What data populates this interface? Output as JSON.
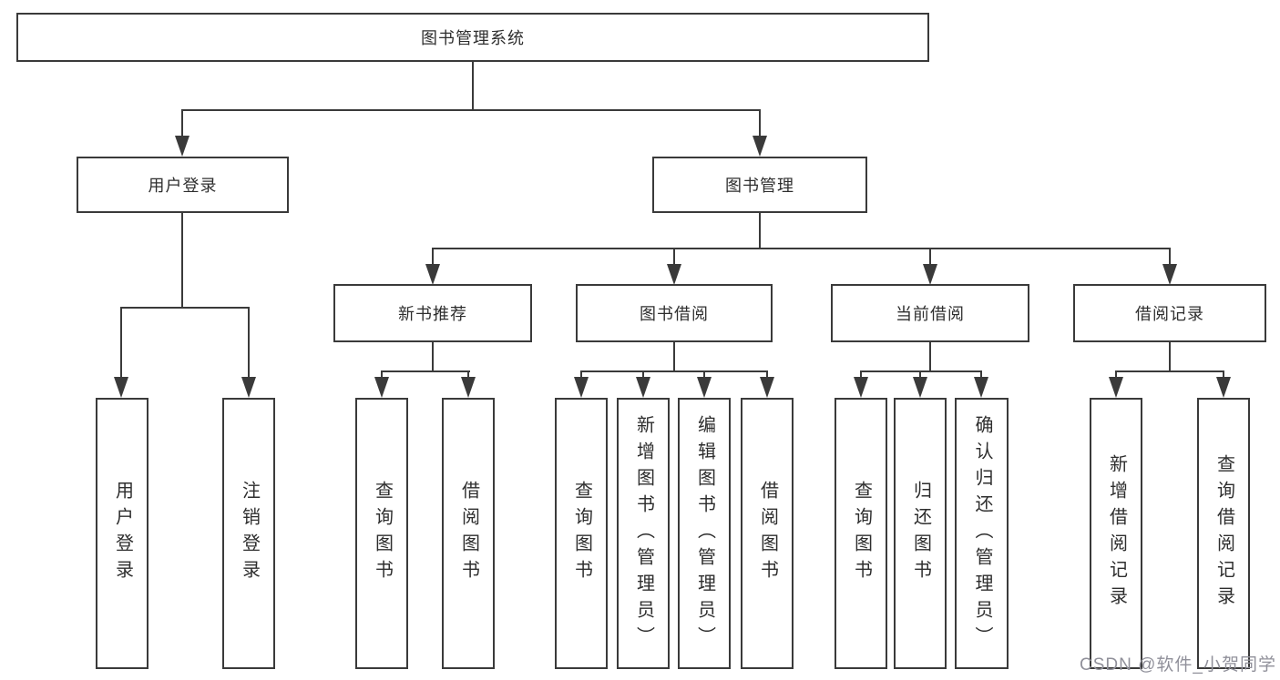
{
  "diagram_type": "function-structure-tree",
  "colors": {
    "background": "#ffffff",
    "box_border": "#3a3a3a",
    "connector": "#3a3a3a",
    "text": "#2e2e2e",
    "watermark": "#90909a"
  },
  "tree": {
    "label": "图书管理系统",
    "children": [
      {
        "label": "用户登录",
        "children": [
          {
            "label": "用户登录"
          },
          {
            "label": "注销登录"
          }
        ]
      },
      {
        "label": "图书管理",
        "children": [
          {
            "label": "新书推荐",
            "children": [
              {
                "label": "查询图书"
              },
              {
                "label": "借阅图书"
              }
            ]
          },
          {
            "label": "图书借阅",
            "children": [
              {
                "label": "查询图书"
              },
              {
                "label": "新增图书（管理员）"
              },
              {
                "label": "编辑图书（管理员）"
              },
              {
                "label": "借阅图书"
              }
            ]
          },
          {
            "label": "当前借阅",
            "children": [
              {
                "label": "查询图书"
              },
              {
                "label": "归还图书"
              },
              {
                "label": "确认归还（管理员）"
              }
            ]
          },
          {
            "label": "借阅记录",
            "children": [
              {
                "label": "新增借阅记录"
              },
              {
                "label": "查询借阅记录"
              }
            ]
          }
        ]
      }
    ]
  },
  "watermark": {
    "text": "CSDN @软件_小贺同学"
  }
}
